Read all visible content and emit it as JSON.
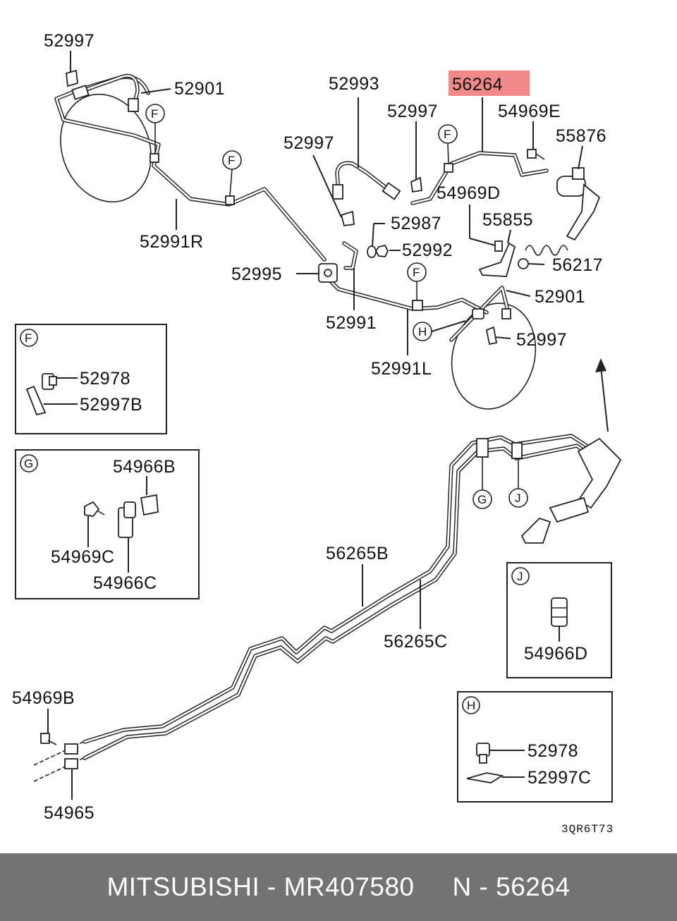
{
  "colors": {
    "highlight": "#f08a8a",
    "footer_bg": "#737373",
    "footer_text": "#ffffff",
    "line": "#222222"
  },
  "callouts": {
    "p52997_top": "52997",
    "p52901_top": "52901",
    "p52993": "52993",
    "p56264": "56264",
    "p52997_mid": "52997",
    "p54969E": "54969E",
    "p55876": "55876",
    "p52997_left": "52997",
    "p54969D": "54969D",
    "p52987": "52987",
    "p55855": "55855",
    "p52992": "52992",
    "p56217": "56217",
    "p52991R": "52991R",
    "p52995": "52995",
    "p52901_right": "52901",
    "p52991": "52991",
    "p52997_right": "52997",
    "p52991L": "52991L",
    "p56265B": "56265B",
    "p56265C": "56265C",
    "p54969B": "54969B",
    "p54965": "54965"
  },
  "markers": {
    "F": "F",
    "G": "G",
    "H": "H",
    "J": "J"
  },
  "detail_boxes": {
    "F": {
      "letter": "F",
      "parts": [
        "52978",
        "52997B"
      ]
    },
    "G": {
      "letter": "G",
      "parts": [
        "54966B",
        "54969C",
        "54966C"
      ]
    },
    "J": {
      "letter": "J",
      "parts": [
        "54966D"
      ]
    },
    "H": {
      "letter": "H",
      "parts": [
        "52978",
        "52997C"
      ]
    }
  },
  "drawing_code": "3QR6T73",
  "footer": {
    "text": "MITSUBISHI - MR407580     N - 56264"
  }
}
